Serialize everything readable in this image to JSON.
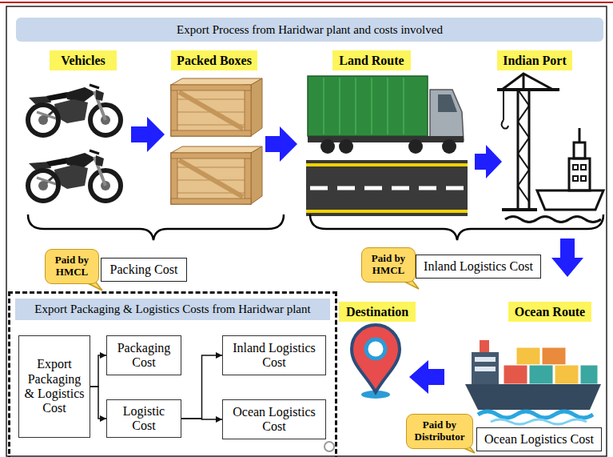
{
  "diagram": {
    "title": "Export Process from Haridwar plant and costs involved",
    "nodes": [
      {
        "text": [
          "Vehicles"
        ]
      },
      {
        "text": [
          "Packed Boxes"
        ]
      },
      {
        "text": [
          "Land Route"
        ]
      },
      {
        "text": [
          "Indian Port"
        ]
      },
      {
        "text": [
          "Paid by HMCL"
        ]
      },
      {
        "text": [
          "Packing Cost"
        ]
      },
      {
        "text": [
          "Paid by HMCL"
        ]
      },
      {
        "text": [
          "Inland Logistics Cost"
        ]
      },
      {
        "text": [
          "Export Packaging & Logistics Costs from Haridwar plant"
        ]
      },
      {
        "text": [
          "Export Packaging & Logistics Cost"
        ],
        "in": 8
      },
      {
        "text": [
          "Packaging Cost"
        ],
        "in": 8
      },
      {
        "text": [
          "Logistic Cost"
        ],
        "in": 8
      },
      {
        "text": [
          "Inland Logistics Cost"
        ],
        "in": 8
      },
      {
        "text": [
          "Ocean Logistics Cost"
        ],
        "in": 8
      },
      {
        "text": [
          "Destination"
        ]
      },
      {
        "text": [
          "Ocean Route"
        ]
      },
      {
        "text": [
          "Paid by Distributor"
        ]
      },
      {
        "text": [
          "Ocean Logistics Cost"
        ]
      }
    ],
    "edges": [
      {
        "from": 9,
        "to": 10,
        "arrow": "to"
      },
      {
        "from": 9,
        "to": 11,
        "arrow": "to"
      },
      {
        "from": 11,
        "to": 12,
        "arrow": "to"
      },
      {
        "from": 11,
        "to": 13,
        "arrow": "to"
      }
    ]
  }
}
